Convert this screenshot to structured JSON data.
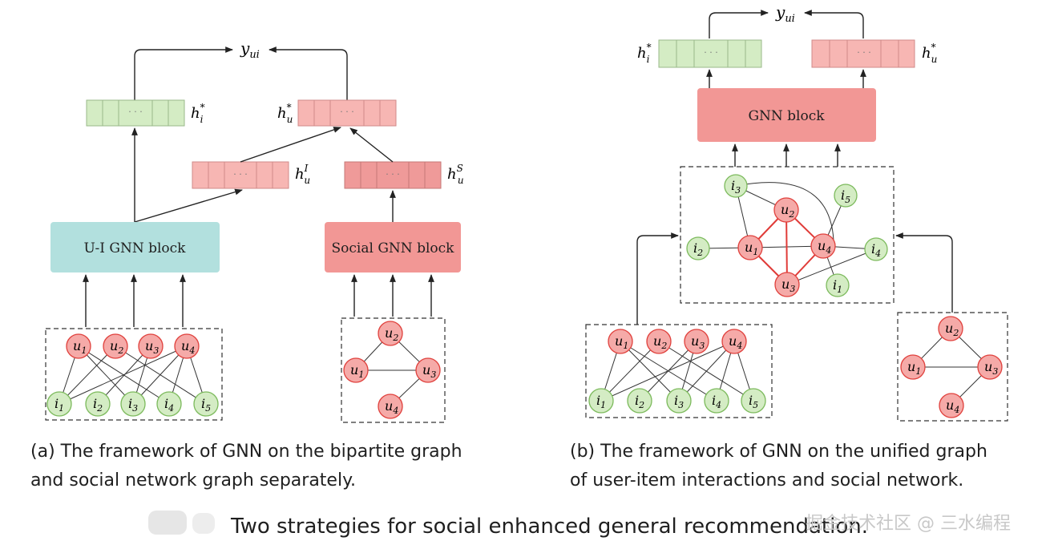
{
  "labels": {
    "y_ui": "y",
    "y_ui_sub": "ui",
    "h": "h",
    "i_star_sup": "*",
    "i_sub": "i",
    "u_sub": "u",
    "u_star_sup": "*",
    "I_sup": "I",
    "S_sup": "S",
    "dots": "· · ·"
  },
  "blocks": {
    "ui_gnn": "U-I GNN block",
    "social_gnn": "Social GNN block",
    "gnn": "GNN block"
  },
  "nodes": {
    "u1": [
      "u",
      "1"
    ],
    "u2": [
      "u",
      "2"
    ],
    "u3": [
      "u",
      "3"
    ],
    "u4": [
      "u",
      "4"
    ],
    "i1": [
      "i",
      "1"
    ],
    "i2": [
      "i",
      "2"
    ],
    "i3": [
      "i",
      "3"
    ],
    "i4": [
      "i",
      "4"
    ],
    "i5": [
      "i",
      "5"
    ]
  },
  "captions": {
    "a_line1": "(a) The framework of GNN on the bipartite graph",
    "a_line2": "and social network graph separately.",
    "b_line1": "(b) The framework of GNN on the unified graph",
    "b_line2": "of user-item interactions and social network."
  },
  "figure_title": "Two strategies for social enhanced general recommendation.",
  "watermark": "掘金技术社区 @ 三水编程",
  "colors": {
    "user_fill": "#f5aaa8",
    "user_stroke": "#e0403c",
    "item_fill": "#d4ecc4",
    "item_stroke": "#7cba5c",
    "green_vec": "#d4ecc4",
    "pink_vec": "#f7b6b3",
    "pink_vec_dark": "#ef9a99",
    "teal_block": "#b2e0de",
    "pink_block": "#f29795",
    "red_edge": "#e03b38"
  }
}
